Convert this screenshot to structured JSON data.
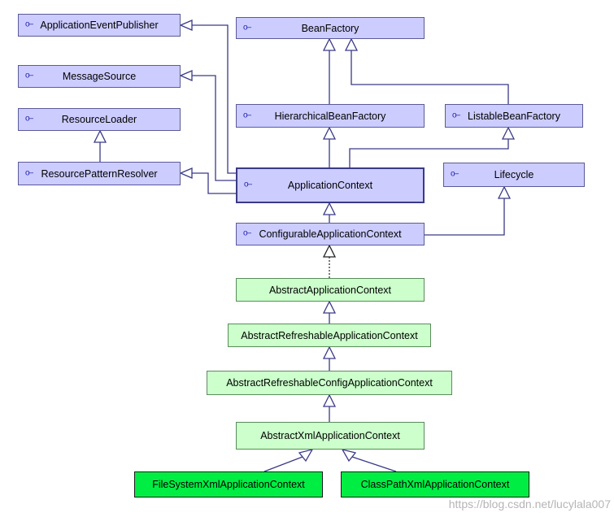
{
  "boxes": {
    "application_event_publisher": {
      "label": "ApplicationEventPublisher",
      "icon": "interface-icon"
    },
    "bean_factory": {
      "label": "BeanFactory",
      "icon": "interface-icon"
    },
    "message_source": {
      "label": "MessageSource",
      "icon": "interface-icon"
    },
    "resource_loader": {
      "label": "ResourceLoader",
      "icon": "interface-icon"
    },
    "hierarchical_bean_factory": {
      "label": "HierarchicalBeanFactory",
      "icon": "interface-icon"
    },
    "listable_bean_factory": {
      "label": "ListableBeanFactory",
      "icon": "interface-icon"
    },
    "resource_pattern_resolver": {
      "label": "ResourcePatternResolver",
      "icon": "interface-icon"
    },
    "application_context": {
      "label": "ApplicationContext",
      "icon": "interface-icon"
    },
    "lifecycle": {
      "label": "Lifecycle",
      "icon": "interface-icon"
    },
    "configurable_application_context": {
      "label": "ConfigurableApplicationContext",
      "icon": "interface-icon"
    },
    "abstract_application_context": {
      "label": "AbstractApplicationContext"
    },
    "abstract_refreshable_application_context": {
      "label": "AbstractRefreshableApplicationContext"
    },
    "abstract_refreshable_config_application_context": {
      "label": "AbstractRefreshableConfigApplicationContext"
    },
    "abstract_xml_application_context": {
      "label": "AbstractXmlApplicationContext"
    },
    "file_system_xml_application_context": {
      "label": "FileSystemXmlApplicationContext"
    },
    "class_path_xml_application_context": {
      "label": "ClassPathXmlApplicationContext"
    }
  },
  "icon_glyph": "o–",
  "colors": {
    "interface_fill": "#ccccff",
    "abstract_fill": "#ccffcc",
    "concrete_fill": "#00ee44",
    "line": "#3a3a88"
  },
  "watermark": "https://blog.csdn.net/lucylala007"
}
